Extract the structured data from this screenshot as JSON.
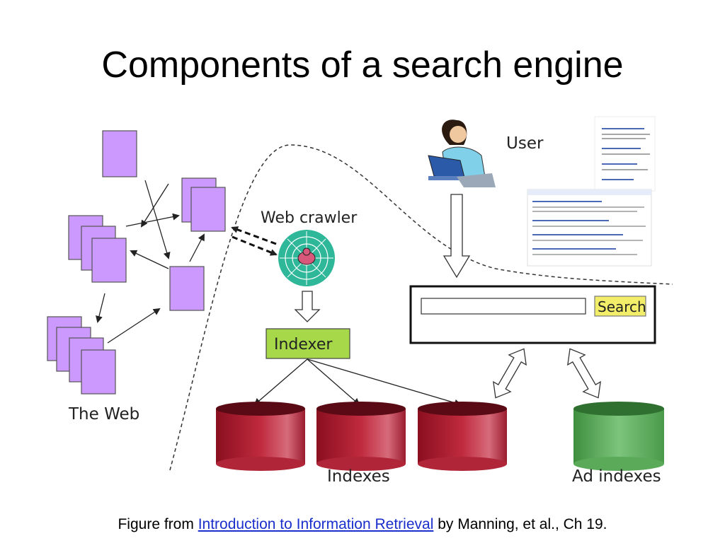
{
  "slide": {
    "title": "Components of a search engine"
  },
  "diagram": {
    "web_label": "The Web",
    "crawler_label": "Web crawler",
    "user_label": "User",
    "indexer_label": "Indexer",
    "search_button_label": "Search",
    "indexes_label": "Indexes",
    "ad_indexes_label": "Ad indexes",
    "colors": {
      "page_fill": "#cc99ff",
      "indexer_fill": "#a6d84a",
      "index_cylinder": "#a8152a",
      "ad_cylinder": "#5aaa5a",
      "search_button": "#f2ee6a"
    },
    "icons": {
      "crawler": "spider-web-icon",
      "user": "person-at-laptop-icon"
    }
  },
  "caption": {
    "prefix": "Figure from ",
    "link_text": "Introduction to Information Retrieval",
    "suffix": " by Manning, et al., Ch 19."
  }
}
